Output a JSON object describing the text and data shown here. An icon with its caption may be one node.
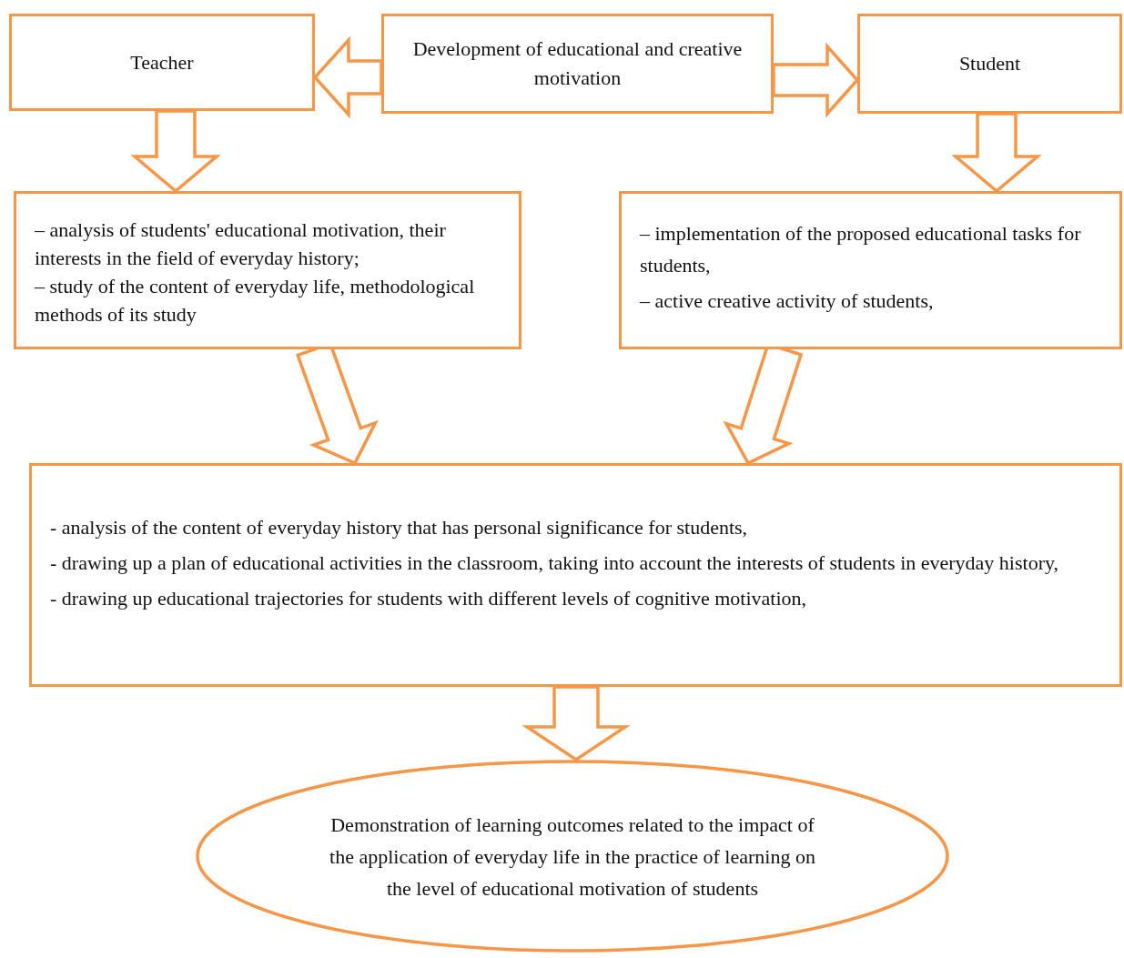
{
  "diagram": {
    "nodes": [
      {
        "text": [
          "Teacher"
        ]
      },
      {
        "text": [
          "Development of educational and creative motivation"
        ]
      },
      {
        "text": [
          "Student"
        ]
      },
      {
        "text": [
          "–  analysis of students' educational motivation, their interests in the field of everyday history;",
          "– study of the content of everyday life, methodological methods of its study"
        ]
      },
      {
        "text": [
          "– implementation of the proposed educational tasks for students,",
          "– active creative activity of students,"
        ]
      },
      {
        "text": [
          "- analysis of the content of everyday history that has personal significance for students,",
          "- drawing up a plan of educational activities in the classroom, taking into account the interests of students in everyday history,",
          "- drawing up educational trajectories for students with different levels of cognitive motivation,"
        ]
      },
      {
        "text": [
          "Demonstration of learning outcomes related to the impact of the application of everyday life in the practice of learning on the level of educational motivation of students"
        ]
      }
    ],
    "edges": [
      {
        "from": 1,
        "to": 0,
        "arrow": "to"
      },
      {
        "from": 1,
        "to": 2,
        "arrow": "to"
      },
      {
        "from": 0,
        "to": 3,
        "arrow": "to"
      },
      {
        "from": 2,
        "to": 4,
        "arrow": "to"
      },
      {
        "from": 3,
        "to": 5,
        "arrow": "to"
      },
      {
        "from": 4,
        "to": 5,
        "arrow": "to"
      },
      {
        "from": 5,
        "to": 6,
        "arrow": "to"
      }
    ]
  }
}
